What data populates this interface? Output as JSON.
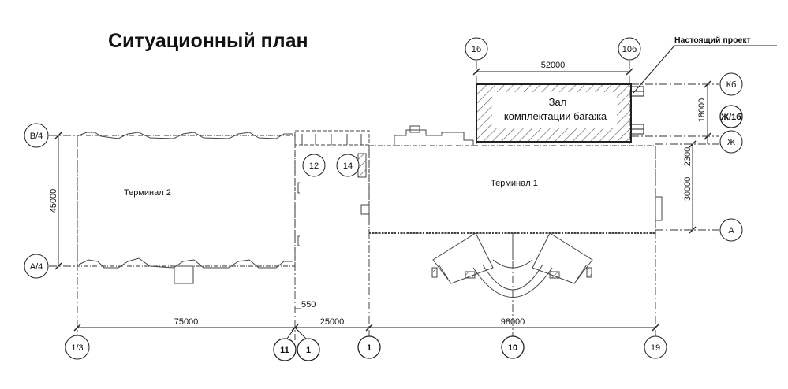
{
  "title": "Ситуационный план",
  "project_note": "Настоящий проект",
  "rooms": {
    "terminal2": "Терминал 2",
    "terminal1": "Терминал 1",
    "baggage_line1": "Зал",
    "baggage_line2": "комплектации багажа"
  },
  "dimensions": {
    "d52000": "52000",
    "d18000": "18000",
    "d2300": "2300",
    "d30000": "30000",
    "d45000": "45000",
    "d75000": "75000",
    "d25000": "25000",
    "d98000": "98000",
    "d550": "550"
  },
  "axis_markers": {
    "b4": "В/4",
    "a4": "А/4",
    "kb": "Кб",
    "zh1b": "Ж/1б",
    "zh": "Ж",
    "a": "А",
    "a1b": "1б",
    "a10b": "10б",
    "a12": "12",
    "a14": "14",
    "a1_3": "1/3",
    "a11": "11",
    "a1_left": "1",
    "a1_right": "1",
    "a10": "10",
    "a19": "19"
  }
}
